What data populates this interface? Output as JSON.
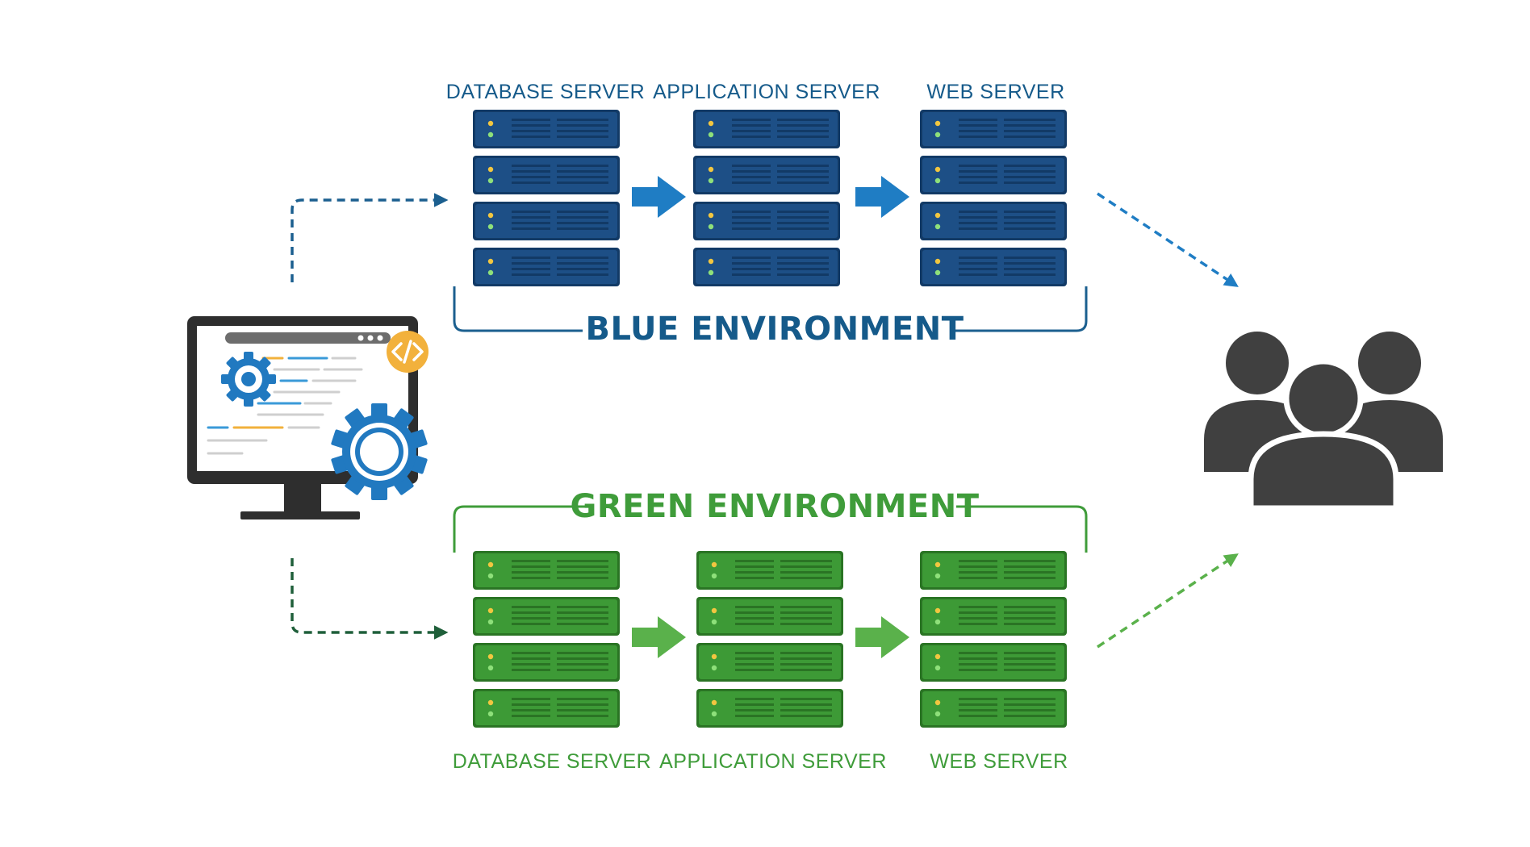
{
  "blue_environment": {
    "title": "BLUE ENVIRONMENT",
    "servers": [
      {
        "label": "DATABASE SERVER",
        "icon": "server-rack-icon"
      },
      {
        "label": "APPLICATION SERVER",
        "icon": "server-rack-icon"
      },
      {
        "label": "WEB SERVER",
        "icon": "server-rack-icon"
      }
    ]
  },
  "green_environment": {
    "title": "GREEN ENVIRONMENT",
    "servers": [
      {
        "label": "DATABASE SERVER",
        "icon": "server-rack-icon"
      },
      {
        "label": "APPLICATION SERVER",
        "icon": "server-rack-icon"
      },
      {
        "label": "WEB SERVER",
        "icon": "server-rack-icon"
      }
    ]
  },
  "developer": {
    "icon": "monitor-gears-code-icon",
    "badge_icon": "code-badge-icon"
  },
  "users": {
    "icon": "users-group-icon"
  },
  "colors": {
    "blue_server": "#1d4f86",
    "blue_dark": "#123a66",
    "blue_arrow": "#1f7dc4",
    "blue_text": "#155a8a",
    "blue_dashed": "#1b5f8f",
    "green_server": "#3d9a36",
    "green_dark": "#2a7424",
    "green_arrow": "#5ab14b",
    "green_text": "#3f9c3a",
    "green_dashed": "#1f5f3a",
    "users": "#404040",
    "monitor": "#2e2e2e",
    "badge": "#f2b13c",
    "gear": "#2179c0"
  }
}
